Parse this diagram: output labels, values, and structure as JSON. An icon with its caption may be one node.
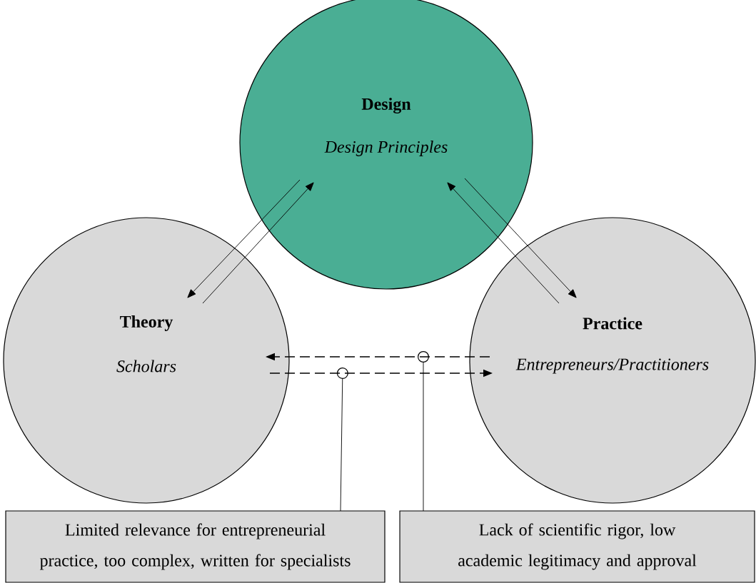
{
  "diagram": {
    "nodes": [
      {
        "text": [
          "Design",
          "Design Principles"
        ]
      },
      {
        "text": [
          "Theory",
          "Scholars"
        ]
      },
      {
        "text": [
          "Practice",
          "Entrepreneurs/Practitioners"
        ]
      },
      {
        "text": [
          "Limited relevance for entrepreneurial practice, too complex, written for specialists"
        ]
      },
      {
        "text": [
          "Lack of scientific rigor, low academic legitimacy and approval"
        ]
      }
    ],
    "edges": [
      {
        "from": 0,
        "to": 1,
        "arrow": "to"
      },
      {
        "from": 1,
        "to": 0,
        "arrow": "to"
      },
      {
        "from": 2,
        "to": 0,
        "arrow": "to"
      },
      {
        "from": 0,
        "to": 2,
        "arrow": "to"
      },
      {
        "from": 2,
        "to": 1,
        "arrow": "to",
        "style": "dashed"
      },
      {
        "from": 1,
        "to": 2,
        "arrow": "to",
        "style": "dashed"
      },
      {
        "from": 3,
        "to": null,
        "arrow": "other"
      },
      {
        "from": 4,
        "to": null,
        "arrow": "other"
      }
    ]
  }
}
